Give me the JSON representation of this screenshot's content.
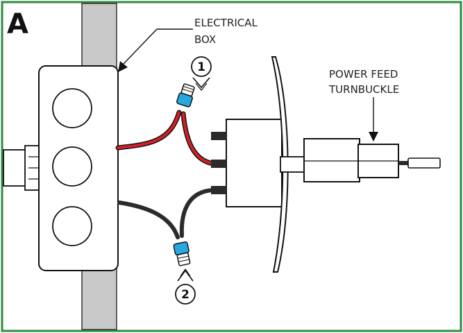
{
  "panel_letter": "A",
  "labels": {
    "electrical_box_line1": "ELECTRICAL",
    "electrical_box_line2": "BOX",
    "power_feed_line1": "POWER FEED",
    "power_feed_line2": "TURNBUCKLE"
  },
  "callouts": {
    "one": "1",
    "two": "2"
  },
  "colors": {
    "border": "#2e8b3e",
    "stud": "#c9c9c9",
    "red_wire": "#d61f26",
    "black_wire": "#2b2b2b",
    "wire_nut": "#29a8e0",
    "outline": "#111111"
  }
}
